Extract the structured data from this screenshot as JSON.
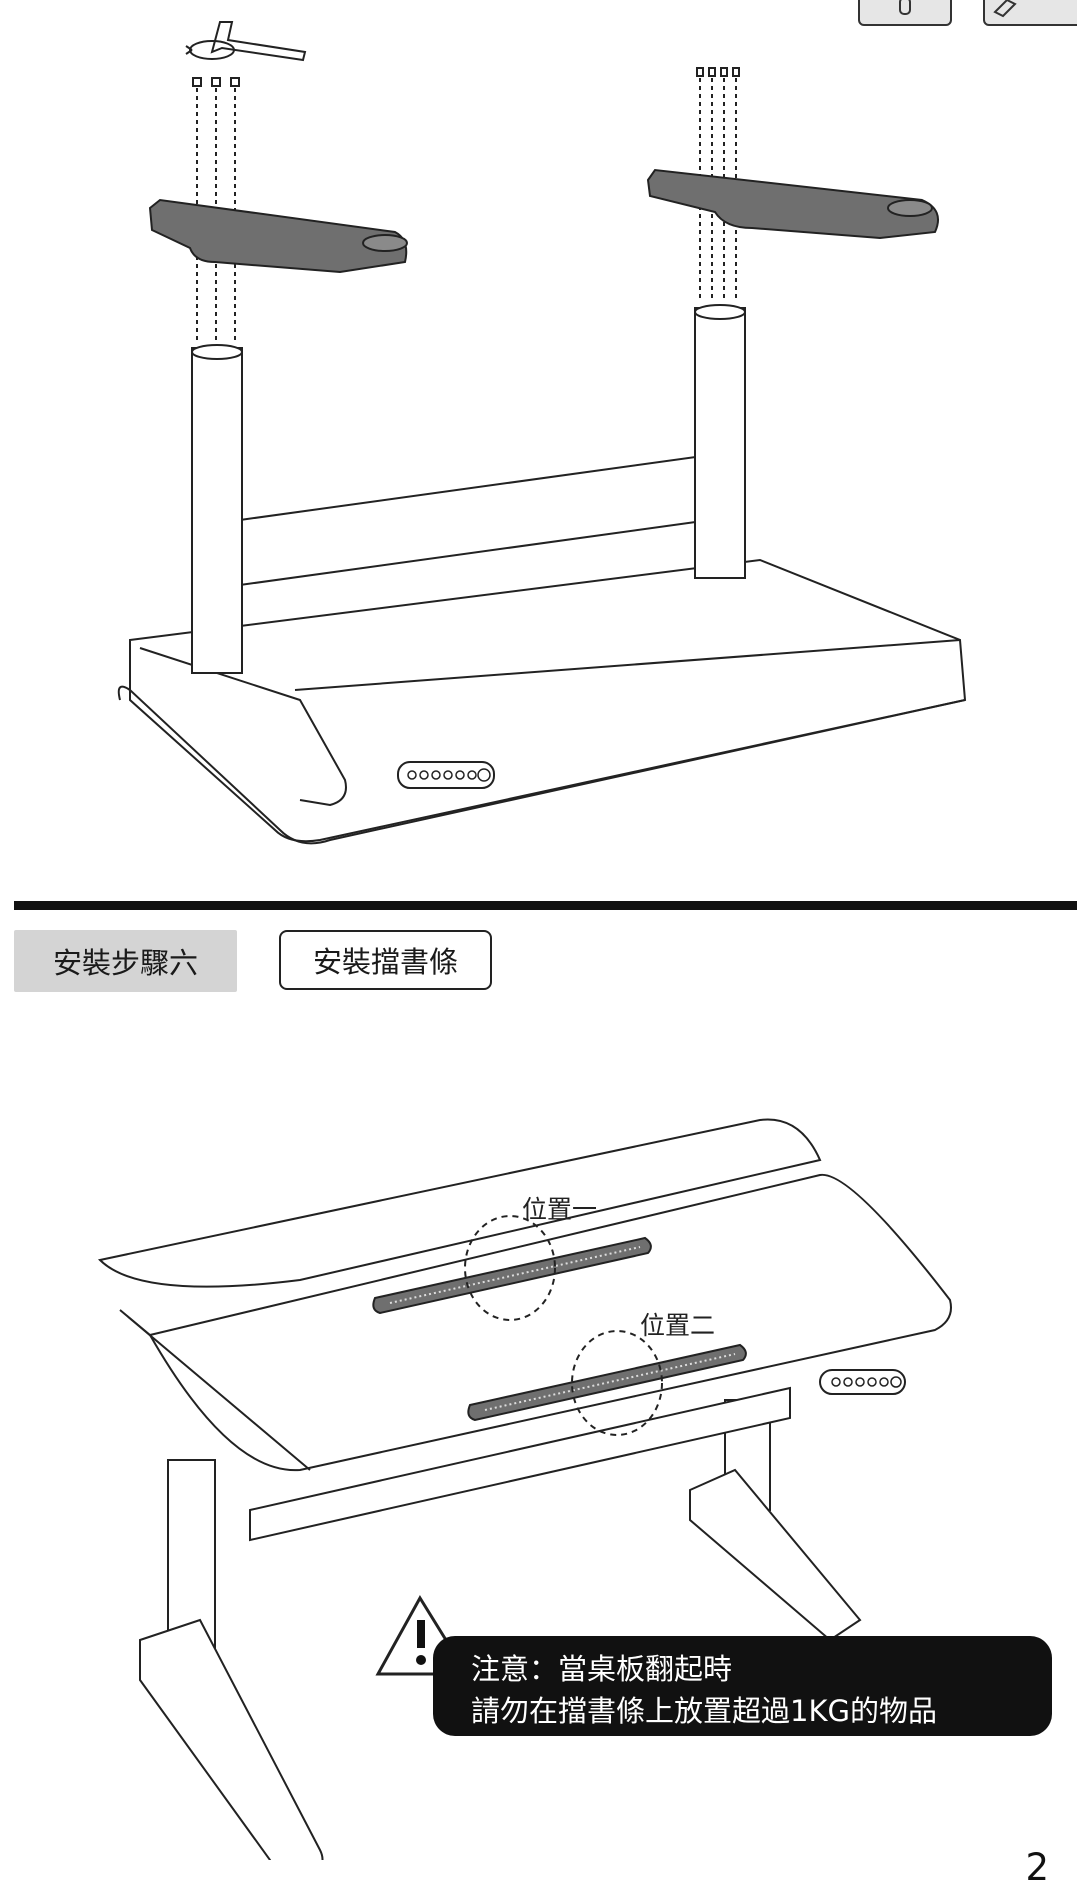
{
  "step": {
    "badge": "安裝步驟六",
    "title": "安裝擋書條"
  },
  "positions": {
    "one": "位置一",
    "two": "位置二"
  },
  "warning": {
    "line1": "注意：當桌板翻起時",
    "line2": "請勿在擋書條上放置超過1KG的物品"
  },
  "page_number": "2",
  "colors": {
    "ink": "#111111",
    "part_gray": "#6f6f6f",
    "badge_gray": "#d4d4d4"
  }
}
